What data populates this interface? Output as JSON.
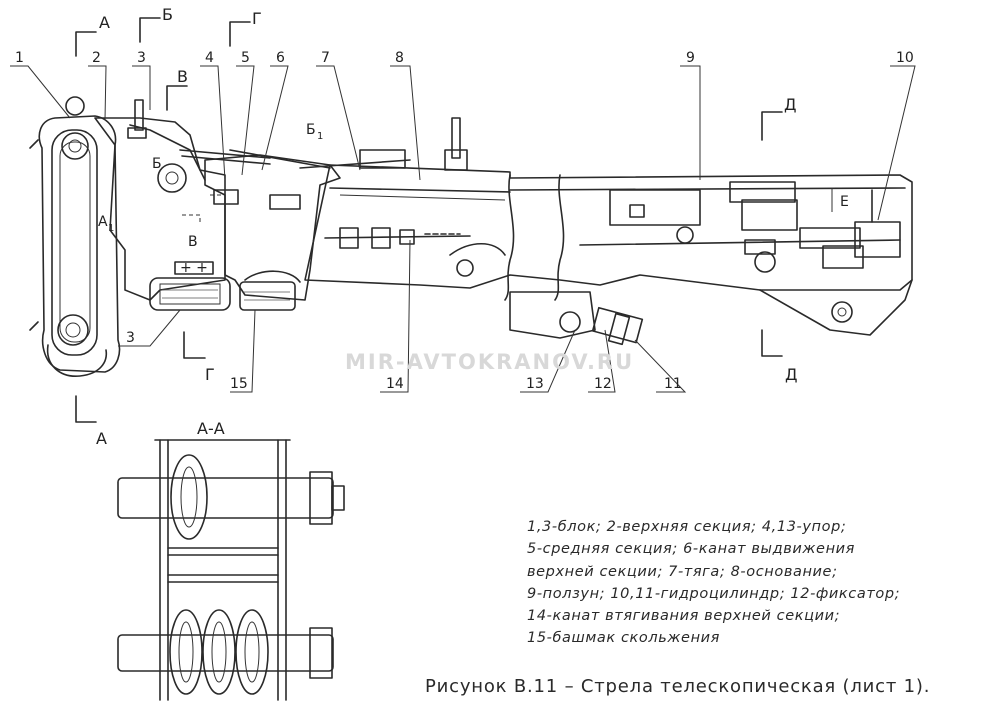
{
  "watermark": "MIR-AVTOKRANOV.RU",
  "caption": "Рисунок В.11 – Стрела телескопическая (лист 1).",
  "section_title": "А-А",
  "legend_lines": [
    "1,3-блок; 2-верхняя секция; 4,13-упор;",
    "5-средняя секция; 6-канат выдвижения",
    "верхней секции; 7-тяга; 8-основание;",
    "9-ползун; 10,11-гидроцилиндр; 12-фиксатор;",
    "14-канат втягивания верхней секции;",
    "15-башмак скольжения"
  ],
  "section_marks": {
    "A_top": "А",
    "A_bottom": "А",
    "B": "Б",
    "V": "В",
    "G_top": "Г",
    "G_bottom": "Г",
    "D_top": "Д",
    "D_bottom": "Д",
    "E": "Е",
    "B1": "Б",
    "B1_sub": "1",
    "A1": "А",
    "A1_sub": "1",
    "B_inner": "Б",
    "V_inner": "В"
  },
  "callouts": {
    "c1": "1",
    "c2": "2",
    "c3_top": "3",
    "c4": "4",
    "c5": "5",
    "c6": "6",
    "c7": "7",
    "c8": "8",
    "c9": "9",
    "c10": "10",
    "c3_bottom": "3",
    "c15": "15",
    "c14": "14",
    "c13": "13",
    "c12": "12",
    "c11": "11"
  }
}
